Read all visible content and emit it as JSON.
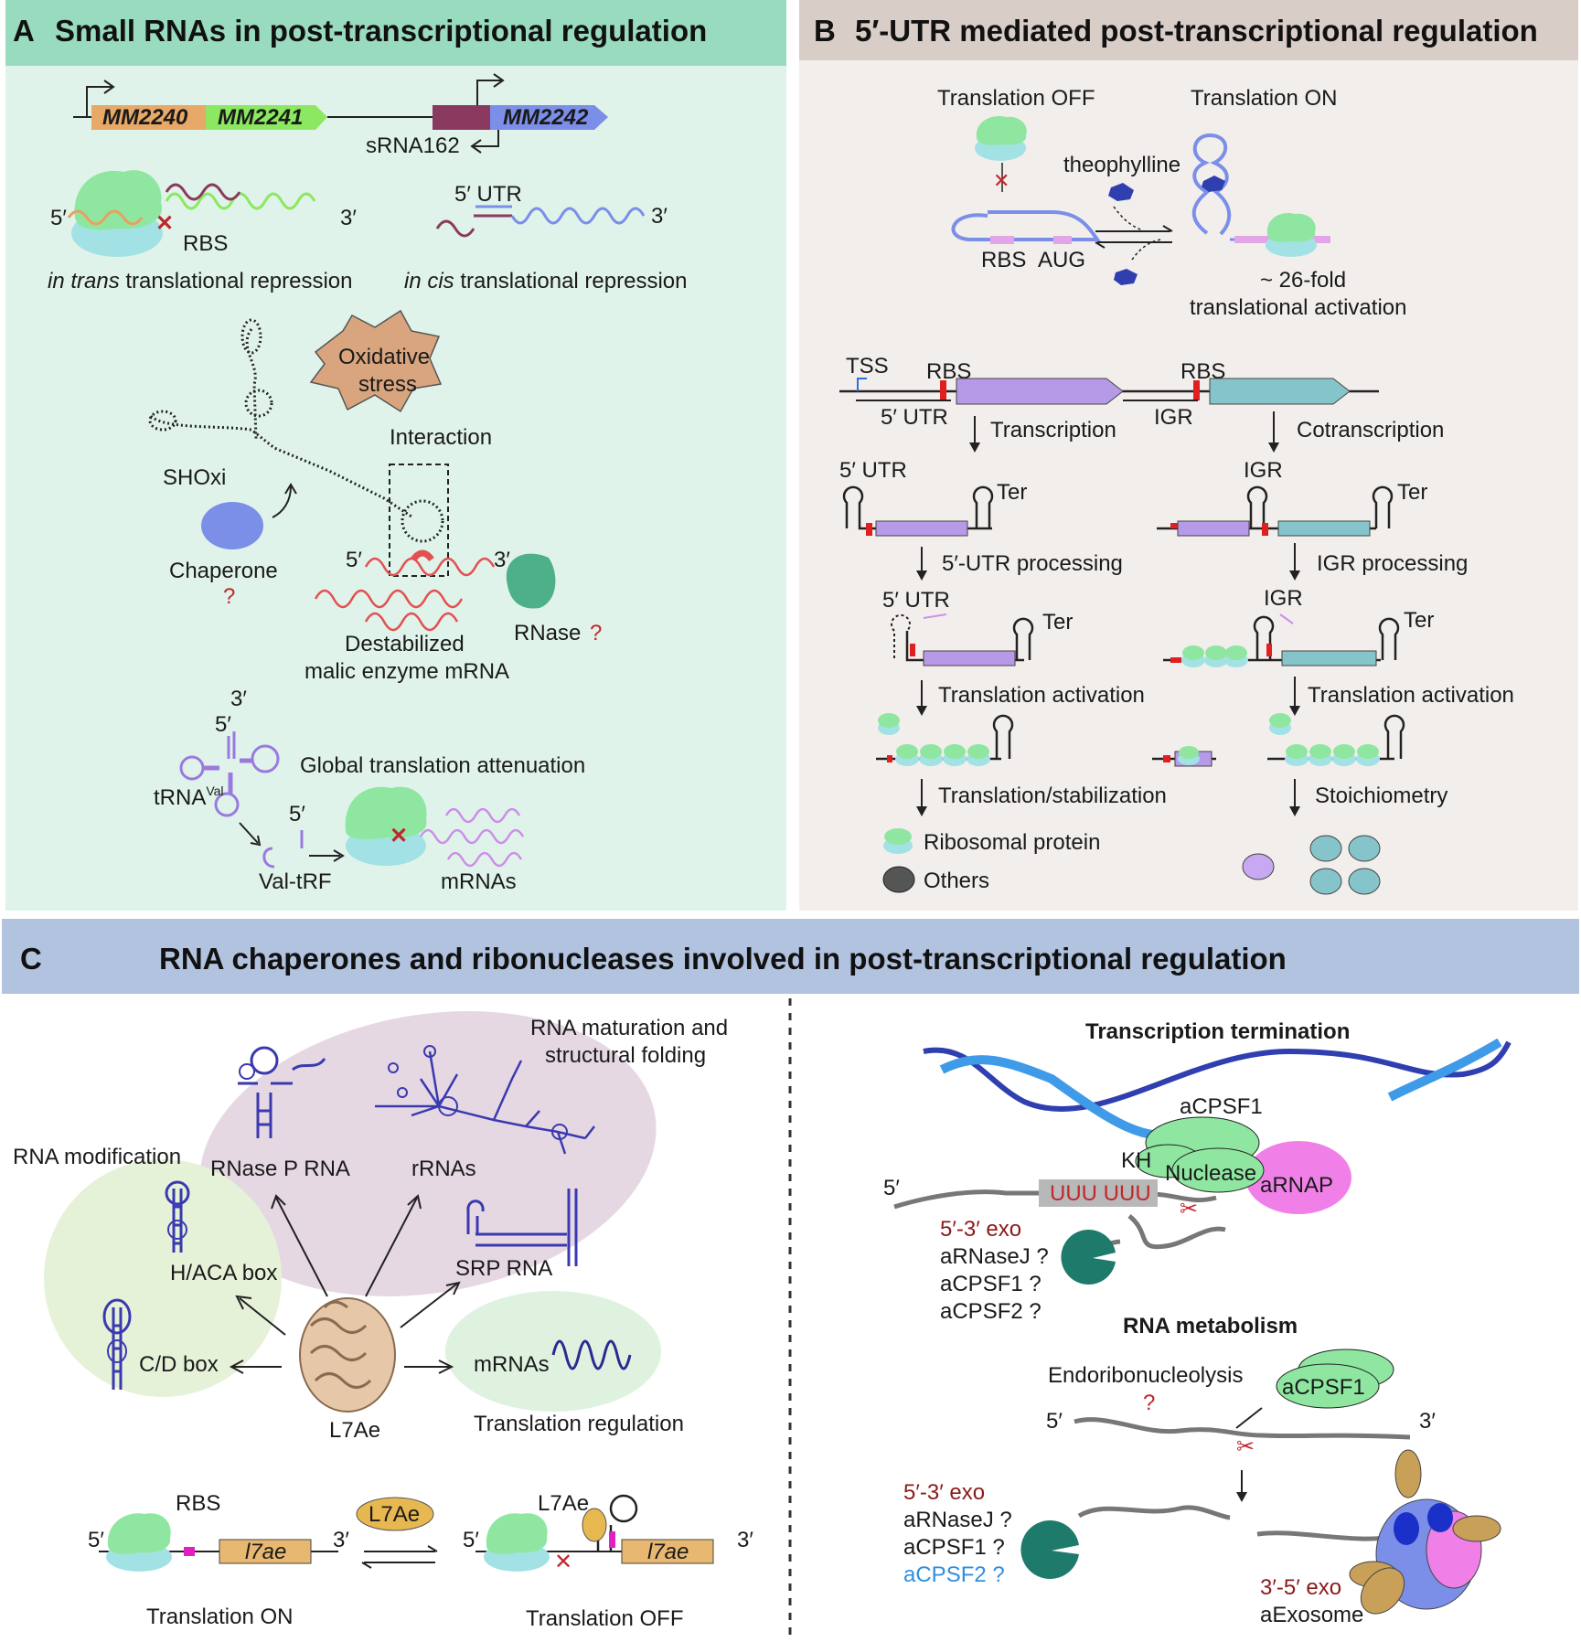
{
  "panelA": {
    "letter": "A",
    "title": "Small RNAs  in post-transcriptional regulation",
    "genes": [
      "MM2240",
      "MM2241",
      "MM2242"
    ],
    "srna": "sRNA162",
    "five": "5′",
    "three": "3′",
    "rbs": "RBS",
    "utr": "5′ UTR",
    "trans_label_em": "in trans",
    "trans_label_rest": " translational repression",
    "cis_label_em": "in cis",
    "cis_label_rest": " translational repression",
    "oxidative1": "Oxidative",
    "oxidative2": "stress",
    "interaction": "Interaction",
    "shoxi": "SHOxi",
    "chaperone": "Chaperone",
    "q": "?",
    "destab1": "Destabilized",
    "destab2": "malic enzyme mRNA",
    "rnase": "RNase",
    "global": "Global translation attenuation",
    "trna": "tRNA",
    "trna_sup": "Val",
    "valtrf": "Val-tRF",
    "mrnas": "mRNAs"
  },
  "panelB": {
    "letter": "B",
    "title": "5′-UTR mediated post-transcriptional regulation",
    "off": "Translation OFF",
    "on": "Translation ON",
    "theo": "theophylline",
    "rbs": "RBS",
    "aug": "AUG",
    "fold1": "~ 26-fold",
    "fold2": "translational activation",
    "tss": "TSS",
    "utr": "5′ UTR",
    "igr": "IGR",
    "transcription": "Transcription",
    "cotranscription": "Cotranscription",
    "ter": "Ter",
    "utr_proc": "5′-UTR processing",
    "igr_proc": "IGR processing",
    "tl_act": "Translation activation",
    "tl_stab": "Translation/stabilization",
    "stoich": "Stoichiometry",
    "ribo": "Ribosomal protein",
    "others": "Others"
  },
  "panelC": {
    "letter": "C",
    "title": "RNA chaperones and ribonucleases involved in post-transcriptional regulation",
    "maturation1": "RNA maturation and",
    "maturation2": "structural folding",
    "rnasep": "RNase P RNA",
    "rrnas": "rRNAs",
    "modification": "RNA modification",
    "haca": "H/ACA box",
    "cd": "C/D box",
    "srp": "SRP RNA",
    "mrnas": "mRNAs",
    "l7ae": "L7Ae",
    "tl_reg": "Translation regulation",
    "rbs": "RBS",
    "gene": "l7ae",
    "tl_on": "Translation ON",
    "tl_off": "Translation OFF",
    "five": "5′",
    "three": "3′",
    "term_title": "Transcription termination",
    "acpsf1": "aCPSF1",
    "kh": "KH",
    "nuclease": "Nuclease",
    "arnap": "aRNAP",
    "uuu": "UUU  UUU",
    "exo53": "5′-3′ exo",
    "arnasej": "aRNaseJ ?",
    "acpsf1q": "aCPSF1 ?",
    "acpsf2q": "aCPSF2 ?",
    "metab_title": "RNA metabolism",
    "endo": "Endoribonucleolysis",
    "q": "?",
    "exo35": "3′-5′ exo",
    "aexosome": "aExosome"
  },
  "colors": {
    "panelA_bg": "#e0f3ea",
    "panelA_hdr": "#98dbbf",
    "panelB_bg": "#f2eeec",
    "panelB_hdr": "#d9cdc7",
    "panelC_hdr": "#b2c3e0",
    "ribosome_green": "#8fe6a0",
    "ribosome_cyan": "#a3e2e4",
    "purple_gene": "#b69ae8",
    "teal_gene": "#86c4cb"
  }
}
